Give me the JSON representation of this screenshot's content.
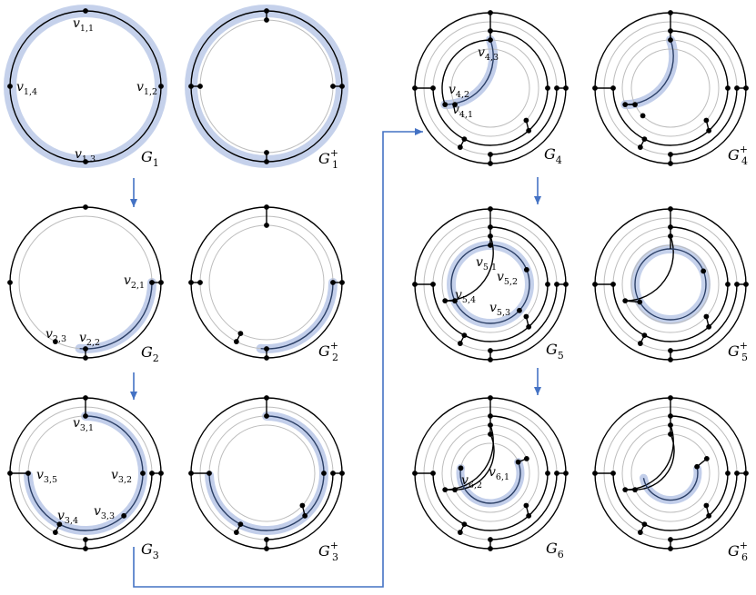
{
  "colors": {
    "highlight": "#b7c6e6",
    "arrow": "#4472c4",
    "ring": "#000000",
    "guide": "#bdbdbd",
    "vertex": "#000000"
  },
  "figure": {
    "panels": [
      {
        "id": "G1",
        "name": "G",
        "sub": "1",
        "sup": "",
        "vertex_labels": [
          [
            "v",
            "1,1"
          ],
          [
            "v",
            "1,4"
          ],
          [
            "v",
            "1,2"
          ],
          [
            "v",
            "1,3"
          ]
        ]
      },
      {
        "id": "G1+",
        "name": "G",
        "sub": "1",
        "sup": "+",
        "vertex_labels": []
      },
      {
        "id": "G2",
        "name": "G",
        "sub": "2",
        "sup": "",
        "vertex_labels": [
          [
            "v",
            "2,1"
          ],
          [
            "v",
            "2,3"
          ],
          [
            "v",
            "2,2"
          ]
        ]
      },
      {
        "id": "G2+",
        "name": "G",
        "sub": "2",
        "sup": "+",
        "vertex_labels": []
      },
      {
        "id": "G3",
        "name": "G",
        "sub": "3",
        "sup": "",
        "vertex_labels": [
          [
            "v",
            "3,1"
          ],
          [
            "v",
            "3,5"
          ],
          [
            "v",
            "3,2"
          ],
          [
            "v",
            "3,3"
          ],
          [
            "v",
            "3,4"
          ]
        ]
      },
      {
        "id": "G3+",
        "name": "G",
        "sub": "3",
        "sup": "+",
        "vertex_labels": []
      },
      {
        "id": "G4",
        "name": "G",
        "sub": "4",
        "sup": "",
        "vertex_labels": [
          [
            "v",
            "4,3"
          ],
          [
            "v",
            "4,2"
          ],
          [
            "v",
            "4,1"
          ]
        ]
      },
      {
        "id": "G4+",
        "name": "G",
        "sub": "4",
        "sup": "+",
        "vertex_labels": []
      },
      {
        "id": "G5",
        "name": "G",
        "sub": "5",
        "sup": "",
        "vertex_labels": [
          [
            "v",
            "5,1"
          ],
          [
            "v",
            "5,2"
          ],
          [
            "v",
            "5,4"
          ],
          [
            "v",
            "5,3"
          ]
        ]
      },
      {
        "id": "G5+",
        "name": "G",
        "sub": "5",
        "sup": "+",
        "vertex_labels": []
      },
      {
        "id": "G6",
        "name": "G",
        "sub": "6",
        "sup": "",
        "vertex_labels": [
          [
            "v",
            "6,1"
          ],
          [
            "v",
            "6,2"
          ]
        ]
      },
      {
        "id": "G6+",
        "name": "G",
        "sub": "6",
        "sup": "+",
        "vertex_labels": []
      }
    ]
  }
}
